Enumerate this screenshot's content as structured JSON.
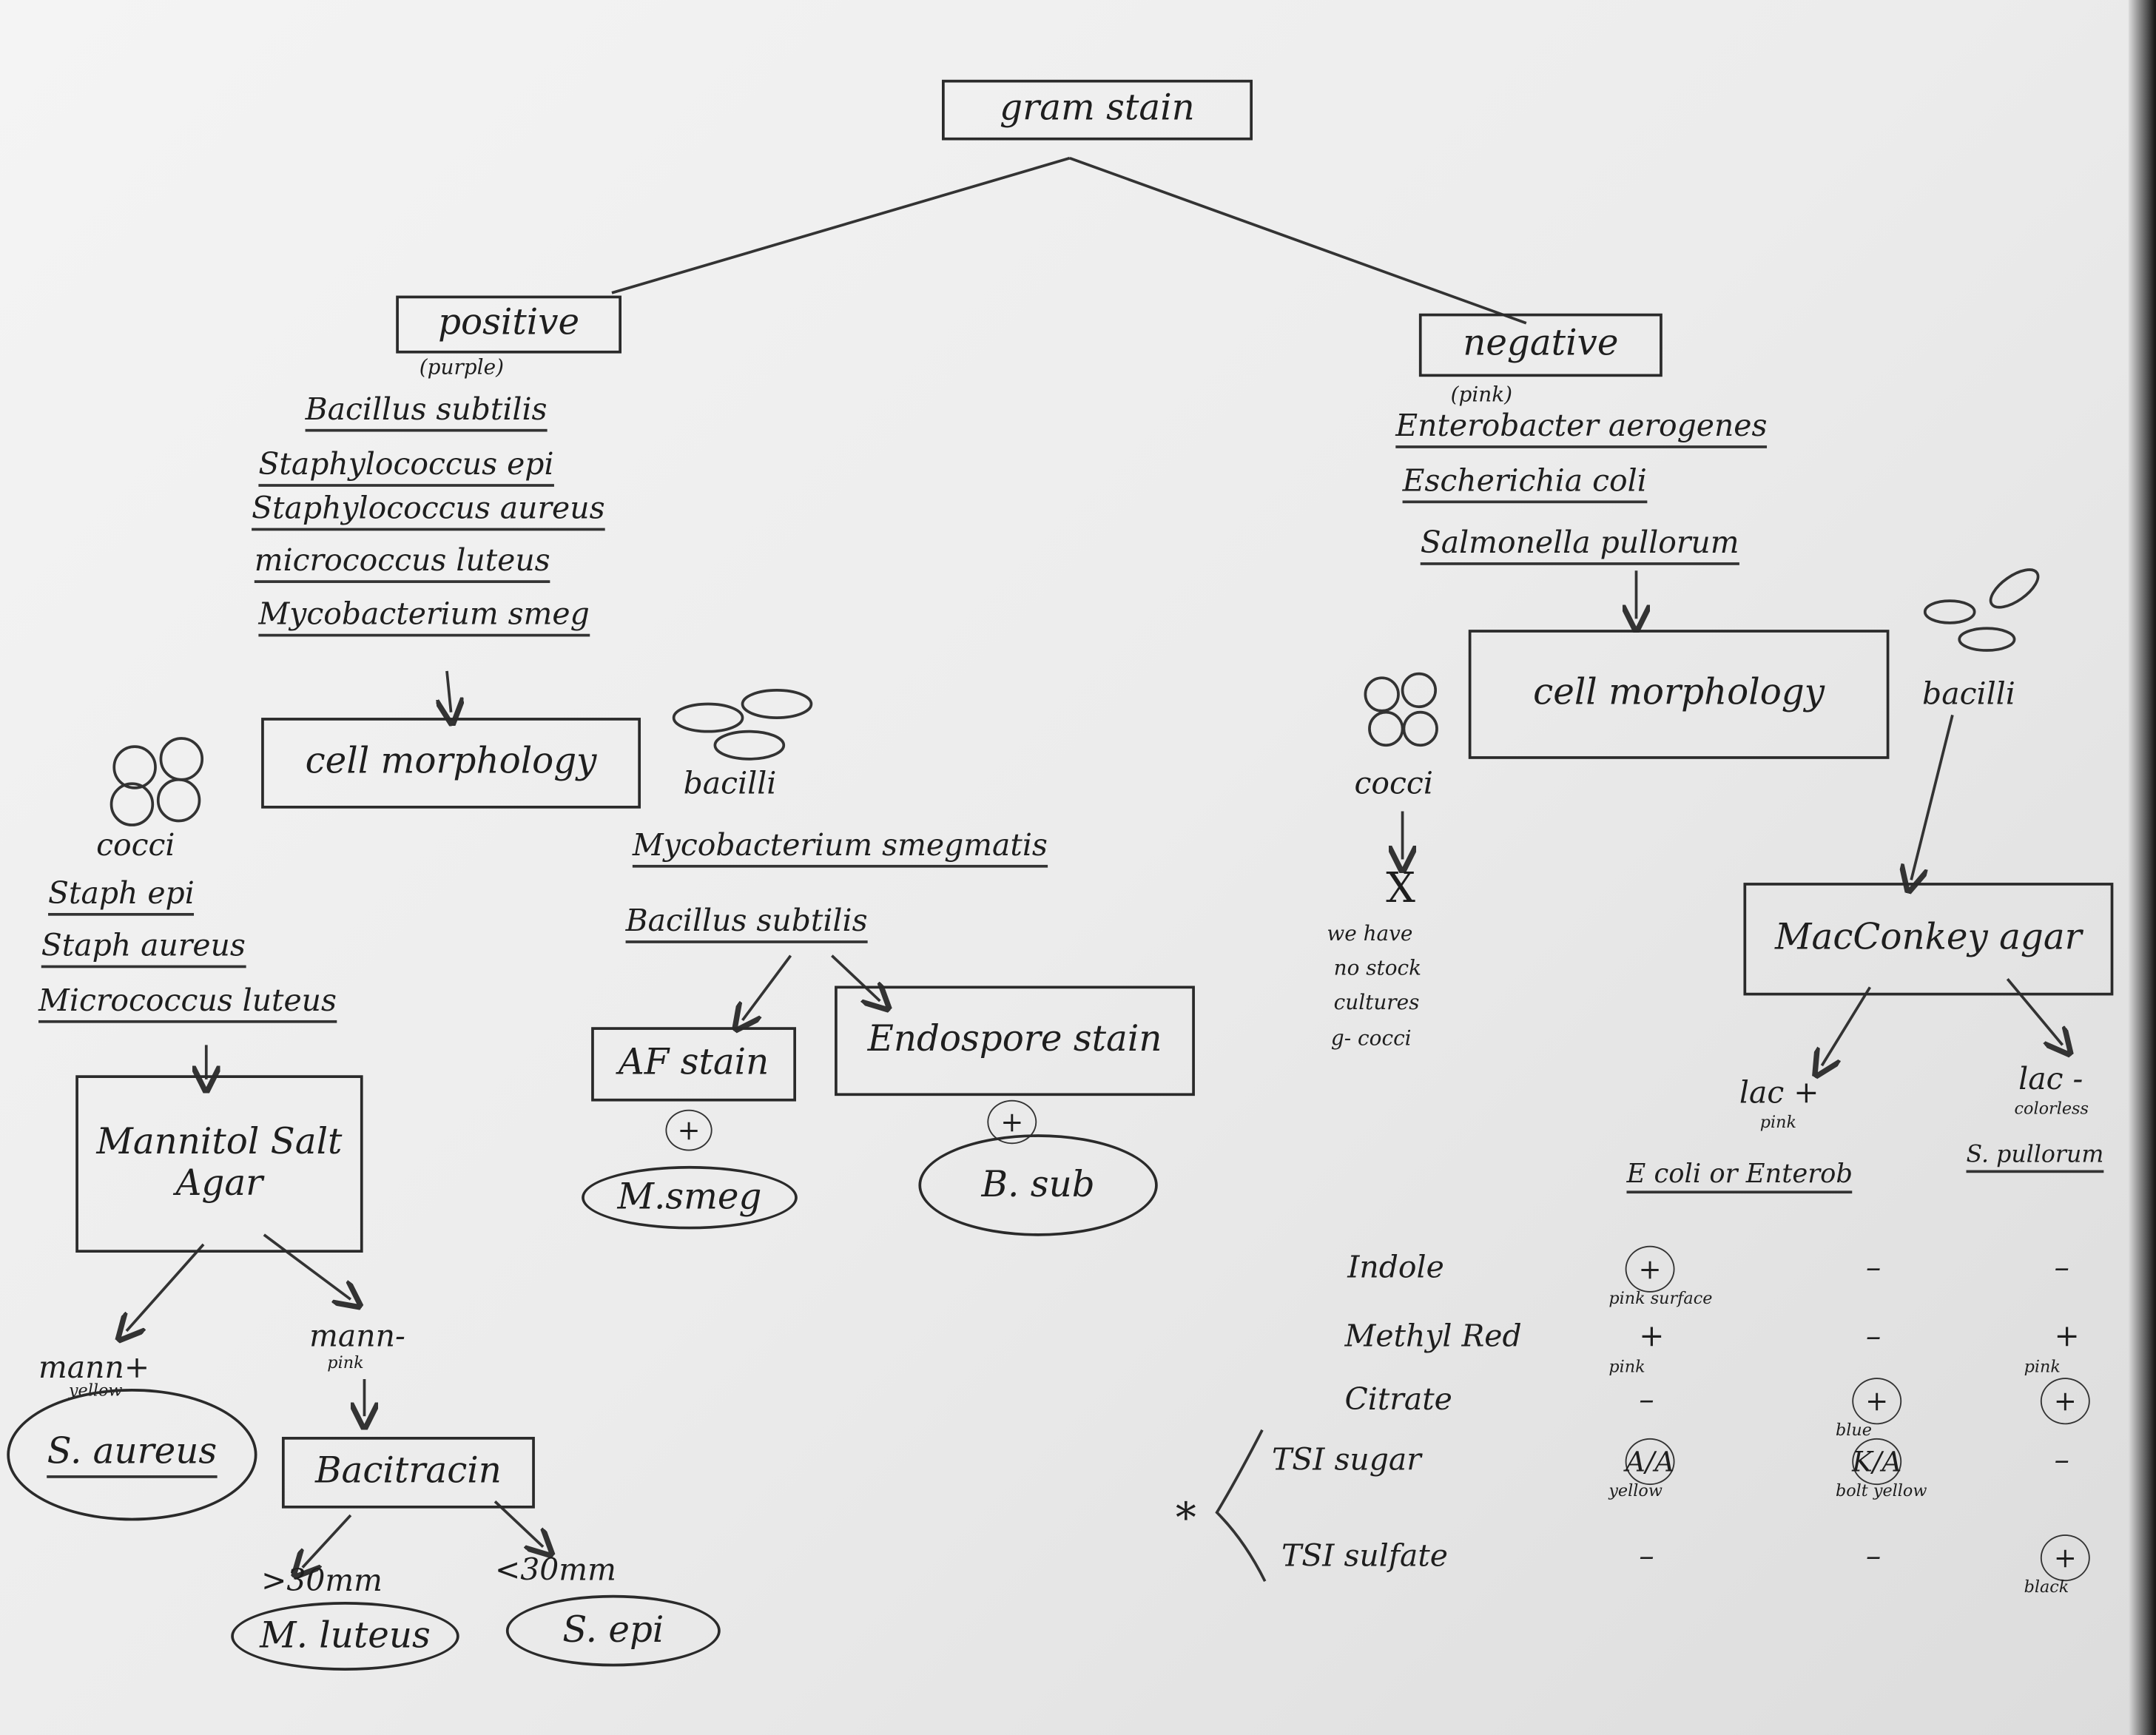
{
  "root": "gram stain",
  "positive": {
    "label": "positive",
    "color_note": "(purple)",
    "organisms": [
      "Bacillus subtilis",
      "Staphylococcus epi",
      "Staphylococcus aureus",
      "micrococcus luteus",
      "Mycobacterium smeg"
    ],
    "morphology": "cell morphology",
    "cocci": {
      "label": "cocci",
      "organisms": [
        "Staph epi",
        "Staph aureus",
        "Micrococcus luteus"
      ],
      "test": "Mannitol Salt Agar",
      "mann_pos": "mann+",
      "mann_pos_color": "yellow",
      "mann_pos_result": "S. aureus",
      "mann_neg": "mann-",
      "mann_neg_color": "pink",
      "bacitracin": "Bacitracin",
      "gt": ">30mm",
      "gt_result": "M. luteus",
      "lt": "<30mm",
      "lt_result": "S. epi"
    },
    "bacilli": {
      "label": "bacilli",
      "organisms": [
        "Mycobacterium smegmatis",
        "Bacillus subtilis"
      ],
      "af_stain": "AF stain",
      "af_sign": "+",
      "af_result": "M.smeg",
      "endospore_stain": "Endospore stain",
      "endo_sign": "+",
      "endo_result": "B. sub"
    }
  },
  "negative": {
    "label": "negative",
    "color_note": "(pink)",
    "organisms": [
      "Enterobacter aerogenes",
      "Escherichia coli",
      "Salmonella pullorum"
    ],
    "morphology": "cell morphology",
    "cocci": {
      "label": "cocci",
      "result": "X",
      "note": [
        "we have",
        "no stock",
        "cultures",
        "g- cocci"
      ]
    },
    "bacilli": {
      "label": "bacilli",
      "test": "MacConkey agar",
      "lac_pos": "lac +",
      "lac_pos_color": "pink",
      "lac_neg": "lac -",
      "lac_neg_color": "colorless",
      "col1": "E coli or Enterob",
      "col2": "S. pullorum"
    },
    "star": "*",
    "table": {
      "rows": [
        {
          "test": "Indole",
          "c1": "+",
          "c1_note": "pink surface",
          "c2": "–",
          "c3": "–"
        },
        {
          "test": "Methyl Red",
          "c1": "+",
          "c1_note": "pink",
          "c2": "–",
          "c3": "+",
          "c3_note": "pink"
        },
        {
          "test": "Citrate",
          "c1": "–",
          "c2": "+",
          "c2_note": "blue",
          "c3": "+"
        },
        {
          "test": "TSI sugar",
          "c1": "A/A",
          "c1_note": "yellow",
          "c2": "K/A",
          "c2_note": "bolt yellow",
          "c3": "–"
        },
        {
          "test": "TSI sulfate",
          "c1": "–",
          "c2": "–",
          "c3": "+",
          "c3_note": "black"
        }
      ]
    }
  }
}
